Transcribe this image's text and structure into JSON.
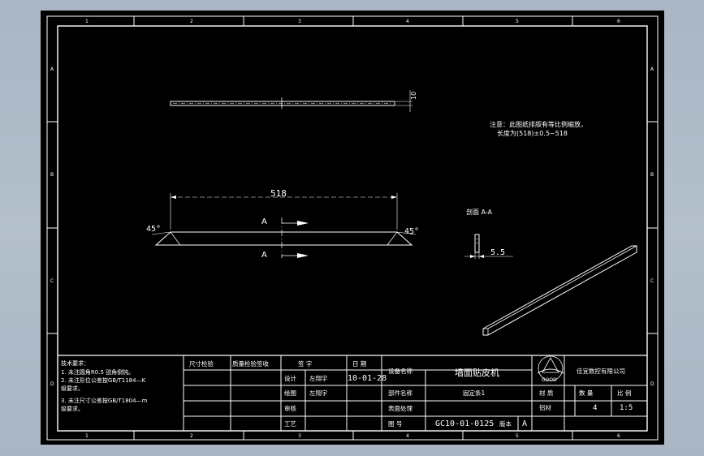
{
  "border": {
    "columns": [
      "1",
      "2",
      "3",
      "4",
      "5",
      "6"
    ],
    "rows": [
      "A",
      "B",
      "C",
      "D"
    ]
  },
  "drawing": {
    "top_view_dim": "10",
    "front_view": {
      "length_dim": "518",
      "angle_left": "45°",
      "angle_right": "45°",
      "section_mark": "A"
    },
    "note": {
      "line1": "注意：此图纸排版有等比例缩放，",
      "line2": "长度为(518)±0.5~518"
    },
    "section": {
      "label": "剖面 A-A",
      "dim": "5.5"
    }
  },
  "title_block": {
    "tech_req": {
      "title": "技术要求：",
      "items": [
        "1. 未注圆角R0.5 锐角倒钝。",
        "2. 未注形位公差按GB/T1184—K",
        "   级要求。",
        "3. 未注尺寸公差按GB/T1804—m",
        "   级要求。"
      ]
    },
    "dim_check": "尺寸检验",
    "quality_check": "质量检验签收",
    "sign_header": "签  字",
    "date_header": "日  期",
    "design_label": "设计",
    "design_name": "左翔宇",
    "date_value": "10-01-28",
    "draw_label": "绘图",
    "draw_name": "左翔宇",
    "review_label": "审核",
    "process_label": "工艺",
    "equip_name_label": "设备名称",
    "equip_name": "墙面贴皮机",
    "part_name_label": "部件名称",
    "part_name": "固定条1",
    "surface_label": "表面处理",
    "drawing_no_label": "图  号",
    "drawing_no": "GC10-01-0125",
    "version_label": "版本",
    "version": "A",
    "company": "佳宜数控有限公司",
    "logo_text": "GOOD",
    "material_header": "材  质",
    "qty_header": "数  量",
    "scale_header": "比  例",
    "material": "铝材",
    "qty": "4",
    "scale": "1:5"
  }
}
